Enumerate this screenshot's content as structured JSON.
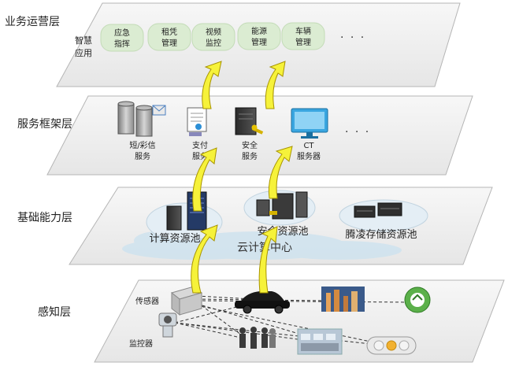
{
  "layers": {
    "business": "业务运营层",
    "service": "服务框架层",
    "capability": "基础能力层",
    "perception": "感知层"
  },
  "business": {
    "group_label_line1": "智慧",
    "group_label_line2": "应用",
    "apps": [
      {
        "line1": "应急",
        "line2": "指挥"
      },
      {
        "line1": "租凭",
        "line2": "管理"
      },
      {
        "line1": "视频",
        "line2": "监控"
      },
      {
        "line1": "能源",
        "line2": "管理"
      },
      {
        "line1": "车辆",
        "line2": "管理"
      }
    ],
    "ellipsis": "· · ·"
  },
  "service": {
    "items": [
      {
        "line1": "短/彩信",
        "line2": "服务"
      },
      {
        "line1": "支付",
        "line2": "服务"
      },
      {
        "line1": "安全",
        "line2": "服务"
      },
      {
        "line1": "CT",
        "line2": "服务器"
      }
    ],
    "ellipsis": "· · ·"
  },
  "capability": {
    "compute_pool": "计算资源池",
    "security_pool": "安全资源池",
    "storage_pool": "腾凌存储资源池",
    "cloud_center": "云计算中心"
  },
  "perception": {
    "sensor_label": "传感器",
    "monitor_label": "监控器"
  },
  "colors": {
    "plane_fill": "#f2f2f2",
    "plane_stroke": "#b5b5b5",
    "pill_fill": "#dbecd2",
    "arrow_fill": "#f6f23a",
    "arrow_stroke": "#a89400",
    "cloud_fill": "#cfe3ef"
  }
}
